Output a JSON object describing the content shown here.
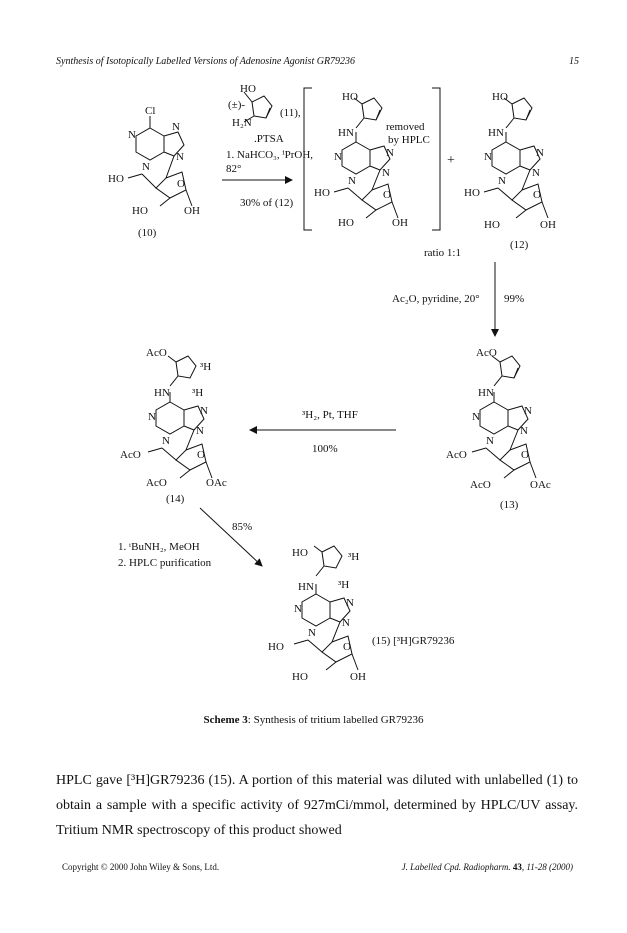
{
  "header": {
    "running_title": "Synthesis of Isotopically Labelled Versions of Adenosine Agonist GR79236",
    "page_number": "15"
  },
  "scheme": {
    "compound_10_label": "(10)",
    "compound_11_label": "(11),",
    "racemic_prefix": "(±)-",
    "reagent_ptsa": ".PTSA",
    "step1_cond1": "1. NaHCO₃, ⁱPrOH,",
    "step1_cond2": "82°",
    "step1_yield": "30% of (12)",
    "removed_line1": "removed",
    "removed_line2": "by HPLC",
    "plus_sign": "+",
    "compound_12_label": "(12)",
    "ratio": "ratio 1:1",
    "step2_reagents": "Ac₂O, pyridine, 20°",
    "step2_yield": "99%",
    "compound_13_label": "(13)",
    "step3_reagents": "³H₂, Pt, THF",
    "step3_yield": "100%",
    "compound_14_label": "(14)",
    "step4_yield": "85%",
    "step4_cond1": "1. ᵗBuNH₂, MeOH",
    "step4_cond2": "2. HPLC purification",
    "compound_15_label": "(15) [³H]GR79236",
    "atoms": {
      "cl": "Cl",
      "n": "N",
      "ho": "HO",
      "oh": "OH",
      "o": "O",
      "hn": "HN",
      "h2n": "H₂N",
      "aco": "AcO",
      "oac": "OAc",
      "tritium": "³H"
    }
  },
  "caption": {
    "label": "Scheme 3",
    "text": ": Synthesis of tritium labelled GR79236"
  },
  "body": {
    "paragraph": "HPLC gave [³H]GR79236 (15). A portion of this material was diluted with unlabelled (1) to obtain a sample with a specific activity of 927mCi/mmol, determined by HPLC/UV assay. Tritium NMR spectroscopy of this product showed"
  },
  "footer": {
    "copyright": "Copyright © 2000 John Wiley & Sons, Ltd.",
    "journal": "J. Labelled Cpd. Radiopharm.",
    "volume": "43",
    "pages": ", 11-28 (2000)"
  }
}
